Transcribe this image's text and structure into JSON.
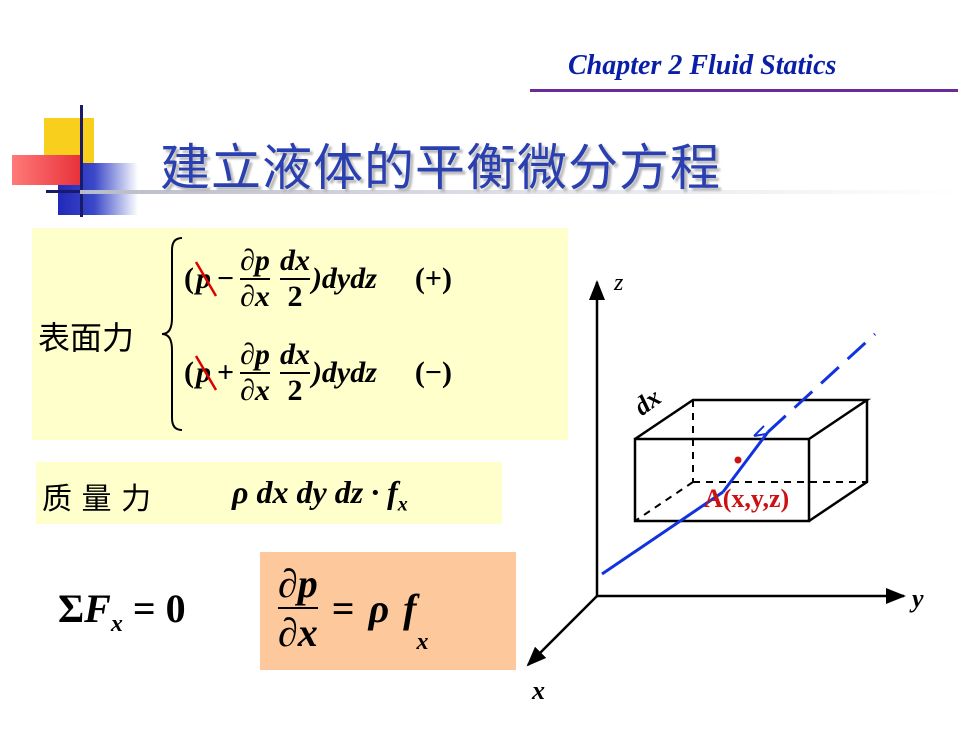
{
  "header": {
    "chapter": "Chapter 2  Fluid Statics"
  },
  "title": "建立液体的平衡微分方程",
  "surface_force": {
    "label": "表面力",
    "row1": {
      "open": "(",
      "base": "p",
      "op": "−",
      "num1": "∂p",
      "den1": "∂x",
      "num2": "dx",
      "den2": "2",
      "close": ")dydz",
      "sign": "(+)"
    },
    "row2": {
      "open": "(",
      "base": "p",
      "op": "+",
      "num1": "∂p",
      "den1": "∂x",
      "num2": "dx",
      "den2": "2",
      "close": ")dydz",
      "sign": "(−)"
    }
  },
  "mass_force": {
    "label": "质 量 力",
    "rho": "ρ",
    "expr": "dx dy dz · f",
    "sub": "x"
  },
  "equilibrium": {
    "sum": "Σ",
    "F": "F",
    "sub": "x",
    "rhs": "= 0"
  },
  "result": {
    "num": "∂p",
    "den": "∂x",
    "eq": "=",
    "rho": "ρ",
    "f": "f",
    "sub": "x"
  },
  "diagram": {
    "z": "z",
    "y": "y",
    "x": "x",
    "dx": "dx",
    "point": "A(x,y,z)"
  },
  "colors": {
    "title": "#2a3fb0",
    "header": "#0a1fa8",
    "accent_line": "#6a2a9a",
    "point": "#cc1111",
    "blue_line": "#1133dd"
  }
}
